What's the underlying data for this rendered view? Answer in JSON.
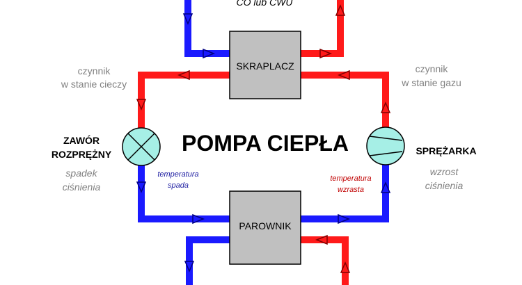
{
  "colors": {
    "hot": "#ff1a1a",
    "cold": "#1a1aff",
    "box_fill": "#c0c0c0",
    "valve_fill": "#a6efe6",
    "gray_text": "#808080",
    "blue_text": "#1a1aa0",
    "red_text": "#c00000"
  },
  "top_caption": "CO lub CWU",
  "title": "POMPA CIEPŁA",
  "condenser": {
    "label": "SKRAPLACZ"
  },
  "evaporator": {
    "label": "PAROWNIK"
  },
  "left_top": {
    "line1": "czynnik",
    "line2": "w stanie cieczy"
  },
  "right_top": {
    "line1": "czynnik",
    "line2": "w stanie gazu"
  },
  "valve": {
    "line1": "ZAWÓR",
    "line2": "ROZPRĘŻNY",
    "icon": "expansion-valve-icon"
  },
  "compressor": {
    "label": "SPRĘŻARKA",
    "icon": "compressor-icon"
  },
  "pressure_drop": {
    "line1": "spadek",
    "line2": "ciśnienia"
  },
  "pressure_rise": {
    "line1": "wzrost",
    "line2": "ciśnienia"
  },
  "temp_drop": {
    "line1": "temperatura",
    "line2": "spada"
  },
  "temp_rise": {
    "line1": "temperatura",
    "line2": "wzrasta"
  }
}
